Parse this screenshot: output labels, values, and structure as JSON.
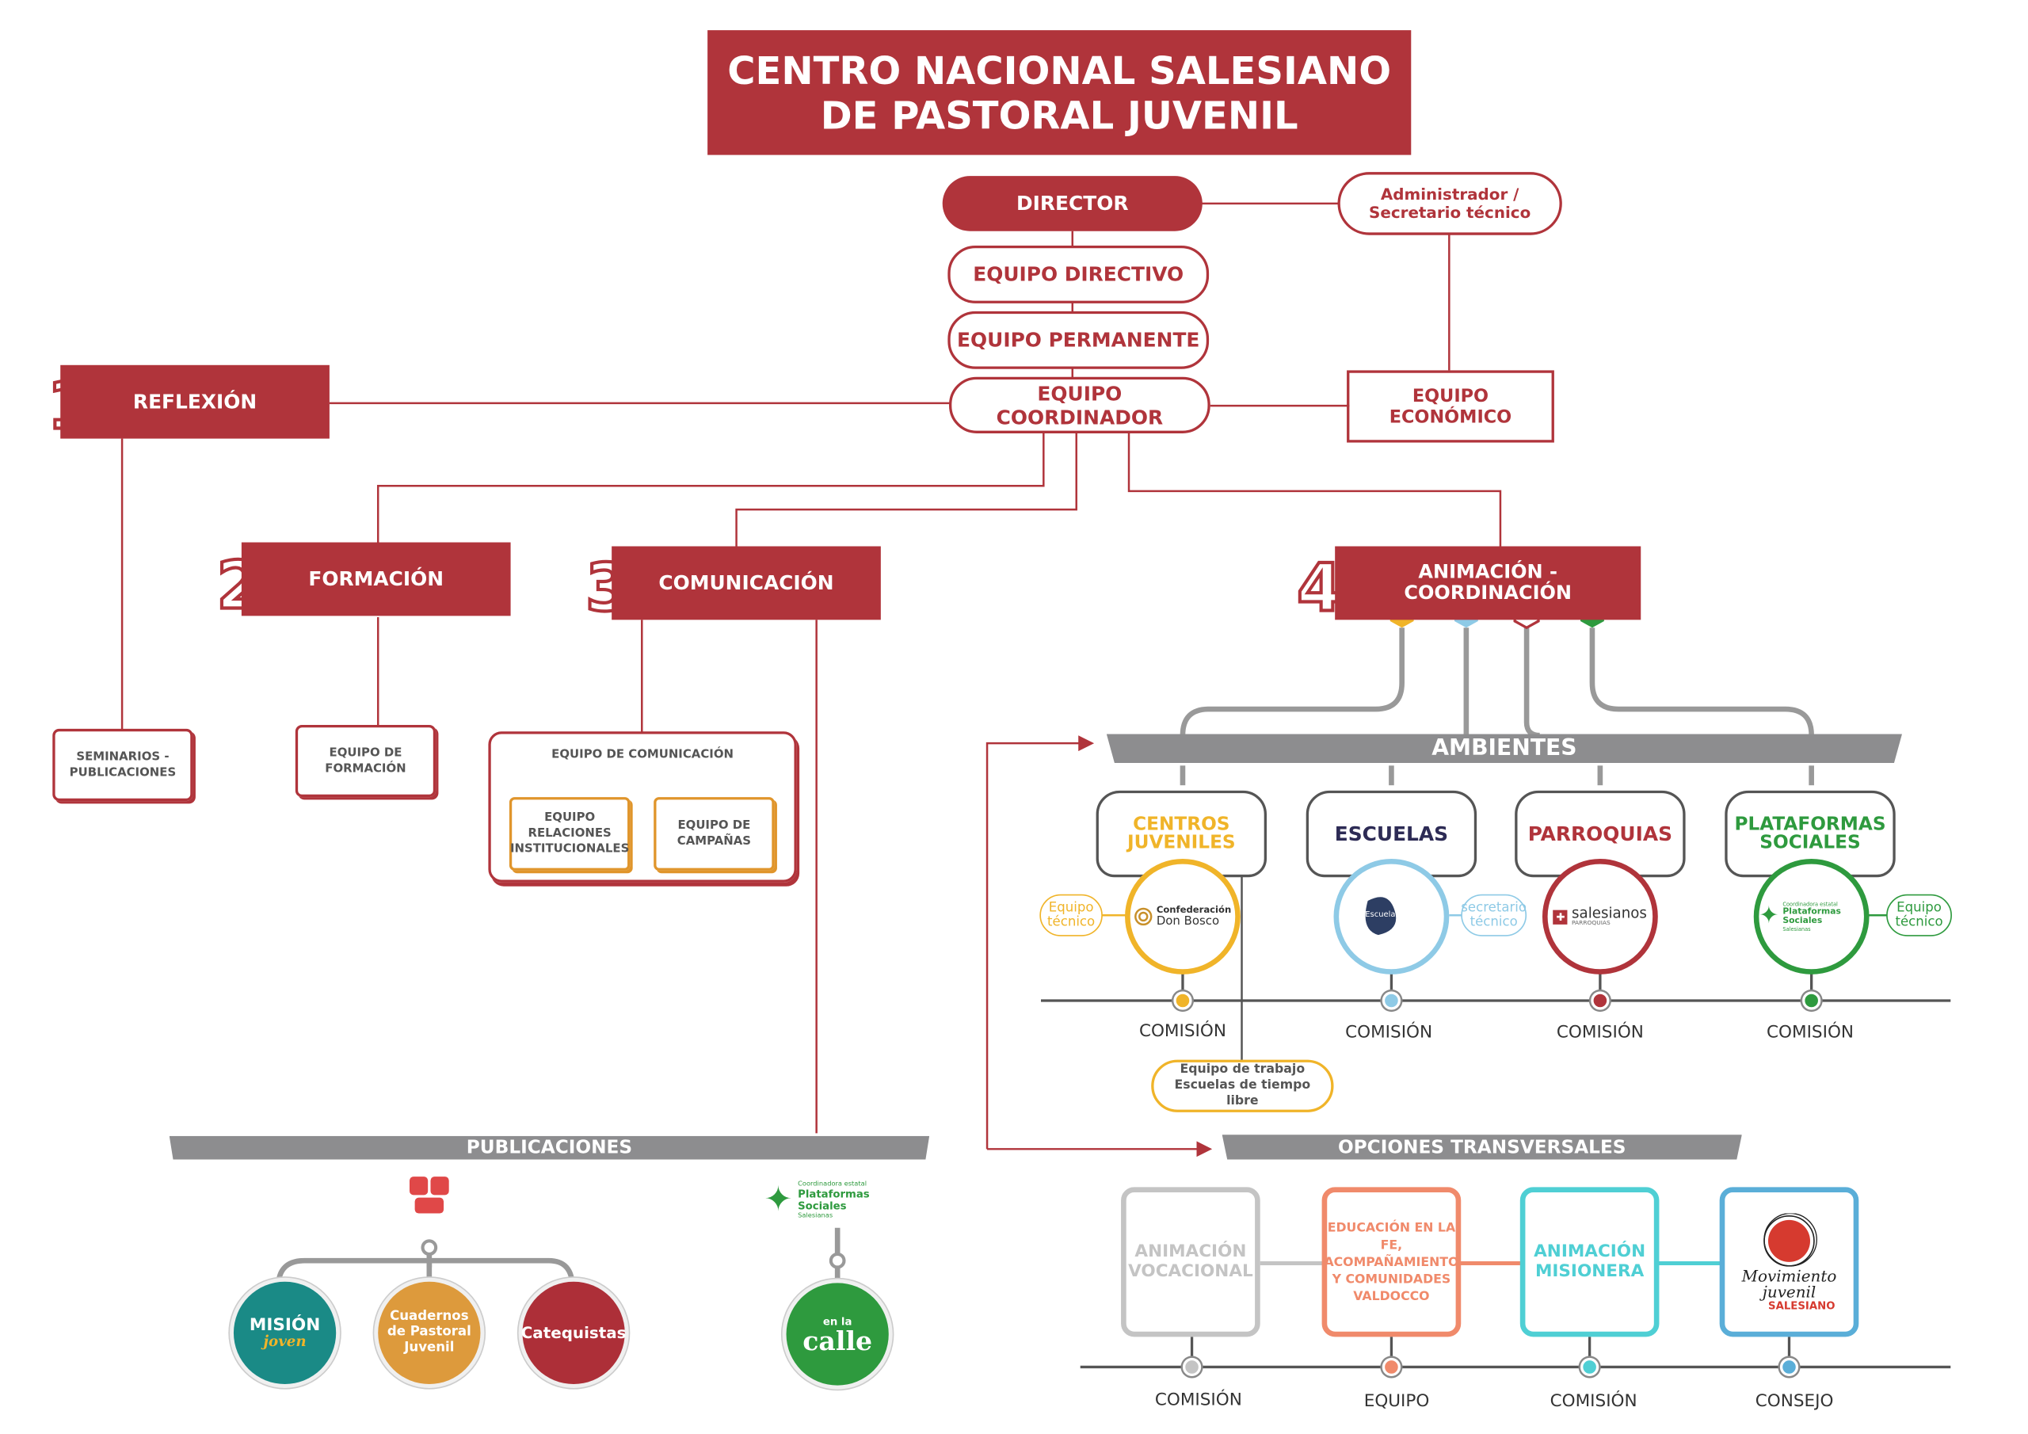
{
  "title": {
    "line1": "CENTRO NACIONAL SALESIANO",
    "line2": "DE PASTORAL JUVENIL"
  },
  "top": {
    "director": "DIRECTOR",
    "administrador": "Administrador / Secretario técnico",
    "equipo_directivo": "EQUIPO DIRECTIVO",
    "equipo_permanente": "EQUIPO PERMANENTE",
    "equipo_coordinador": "EQUIPO COORDINADOR",
    "equipo_economico": "EQUIPO ECONÓMICO"
  },
  "areas": [
    {
      "number": "1",
      "label": "REFLEXIÓN",
      "sub": "SEMINARIOS - PUBLICACIONES"
    },
    {
      "number": "2",
      "label": "FORMACIÓN",
      "sub": "EQUIPO DE FORMACIÓN"
    },
    {
      "number": "3",
      "label": "COMUNICACIÓN",
      "sub": "EQUIPO DE COMUNICACIÓN",
      "children": [
        "EQUIPO RELACIONES INSTITUCIONALES",
        "EQUIPO DE CAMPAÑAS"
      ]
    },
    {
      "number": "4",
      "label": "ANIMACIÓN - COORDINACIÓN"
    }
  ],
  "ambientes": {
    "title": "AMBIENTES",
    "items": [
      {
        "label": "CENTROS JUVENILES",
        "logo_line1": "Confederación",
        "logo_line2": "Don Bosco",
        "side": "Equipo técnico",
        "bottom": "COMISIÓN",
        "color": "#f0b429"
      },
      {
        "label": "ESCUELAS",
        "logo_line1": "Escuelas Salesianas",
        "side": "secretario técnico",
        "bottom": "COMISIÓN",
        "color": "#8ecae6"
      },
      {
        "label": "PARROQUIAS",
        "logo_line1": "salesianos",
        "logo_line2": "PARROQUIAS",
        "bottom": "COMISIÓN",
        "color": "#b0343b"
      },
      {
        "label": "PLATAFORMAS SOCIALES",
        "logo_line1": "Coordinadora estatal",
        "logo_line2": "Plataformas Sociales",
        "logo_line3": "Salesianas",
        "side": "Equipo técnico",
        "bottom": "COMISIÓN",
        "color": "#2e9a3e"
      }
    ],
    "extra": "Equipo de trabajo Escuelas de tiempo libre"
  },
  "publicaciones": {
    "title": "PUBLICACIONES",
    "items": [
      "MISIÓN",
      "joven",
      "Cuadernos de Pastoral Juvenil",
      "Catequistas",
      "en la",
      "calle"
    ],
    "psp_logo_line1": "Coordinadora estatal",
    "psp_logo_line2": "Plataformas Sociales",
    "psp_logo_line3": "Salesianas"
  },
  "opciones": {
    "title": "OPCIONES TRANSVERSALES",
    "items": [
      {
        "label": "ANIMACIÓN VOCACIONAL",
        "bottom": "COMISIÓN",
        "color": "#c4c4c4"
      },
      {
        "label": "EDUCACIÓN EN LA FE, ACOMPAÑAMIENTO Y COMUNIDADES VALDOCCO",
        "bottom": "EQUIPO",
        "color": "#f08a6b"
      },
      {
        "label": "ANIMACIÓN MISIONERA",
        "bottom": "COMISIÓN",
        "color": "#4fcfd4"
      },
      {
        "label": "Movimiento juvenil",
        "label2": "SALESIANO",
        "bottom": "CONSEJO",
        "color": "#5aaed8"
      }
    ]
  },
  "colors": {
    "brand_red": "#b0343b",
    "grey": "#8d8d8f",
    "yellow": "#f0b429",
    "light_blue": "#8ecae6",
    "green": "#2e9a3e",
    "orange": "#f08a6b",
    "cyan": "#4fcfd4",
    "blue": "#5aaed8"
  }
}
